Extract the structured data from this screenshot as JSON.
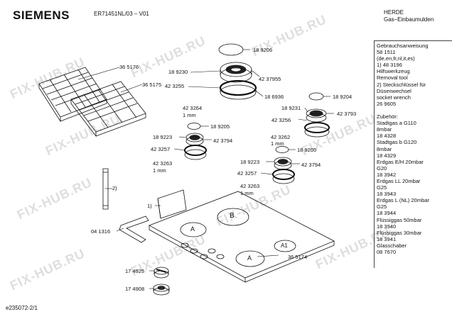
{
  "header": {
    "brand": "SIEMENS",
    "model": "ER71451NL/03 – V01",
    "category": [
      "HERDE",
      "Gas–Einbaumulden"
    ]
  },
  "footer": {
    "doc_id": "e235072-2/1"
  },
  "watermark": "FIX-HUB.RU",
  "side_notes": [
    "Gebrauchsanweisung",
    "58 1511",
    "(de,en,fr,nl,it,es)",
    "1)  48 3196",
    "     Hilfswerkzeug",
    "     Removal tool",
    "2)  Steckschlüssel für",
    "     Düsenwechsel",
    "     socket wrench",
    "     26 9605",
    "",
    "Zubehör:",
    "Stadtgas a G110",
    "8mbar",
    "18 4328",
    "Stadtgas b G120",
    "8mbar",
    "18 4329",
    "Erdgas E/H 20mbar",
    "G20",
    "18 3942",
    "Erdgas LL 20mbar",
    "G25",
    "18 3943",
    "Erdgas L (NL) 20mbar",
    "G25",
    "18 3944",
    "Flüssiggas 50mbar",
    "18 3940",
    "Flüssiggas 30mbar",
    "18 3941",
    "Glasschaber",
    "08 7670"
  ],
  "part_labels": {
    "p365176": "36 5176",
    "p365175": "36 5175",
    "p189206": "18 9206",
    "p189230": "18 9230",
    "p4237955": "42 37955",
    "p423255": "42 3255",
    "p186936": "18 6936",
    "p423264": "42 3264",
    "p1mm_a": "1 mm",
    "p189204": "18 9204",
    "p189231": "18 9231",
    "p423793": "42 3793",
    "p423256": "42 3256",
    "p189205_a": "18 9205",
    "p189223_a": "18 9223",
    "p423794_a": "42 3794",
    "p423257_a": "42 3257",
    "p423263_a": "42 3263",
    "p1mm_b": "1 mm",
    "p423262": "42 3262",
    "p1mm_c": "1 mm",
    "p189205_b": "18 9205",
    "p189223_b": "18 9223",
    "p423794_b": "42 3794",
    "p423257_b": "42 3257",
    "p423263_b": "42 3263",
    "p1mm_d": "1 mm",
    "note2": "2)",
    "note1": "1)",
    "p041316": "04 1316",
    "p174925": "17 4925",
    "p174908": "17 4908",
    "p365174": "36 5174",
    "burnerA1": "A",
    "burnerB": "B",
    "burnerA2": "A",
    "burnerA3": "A1"
  }
}
